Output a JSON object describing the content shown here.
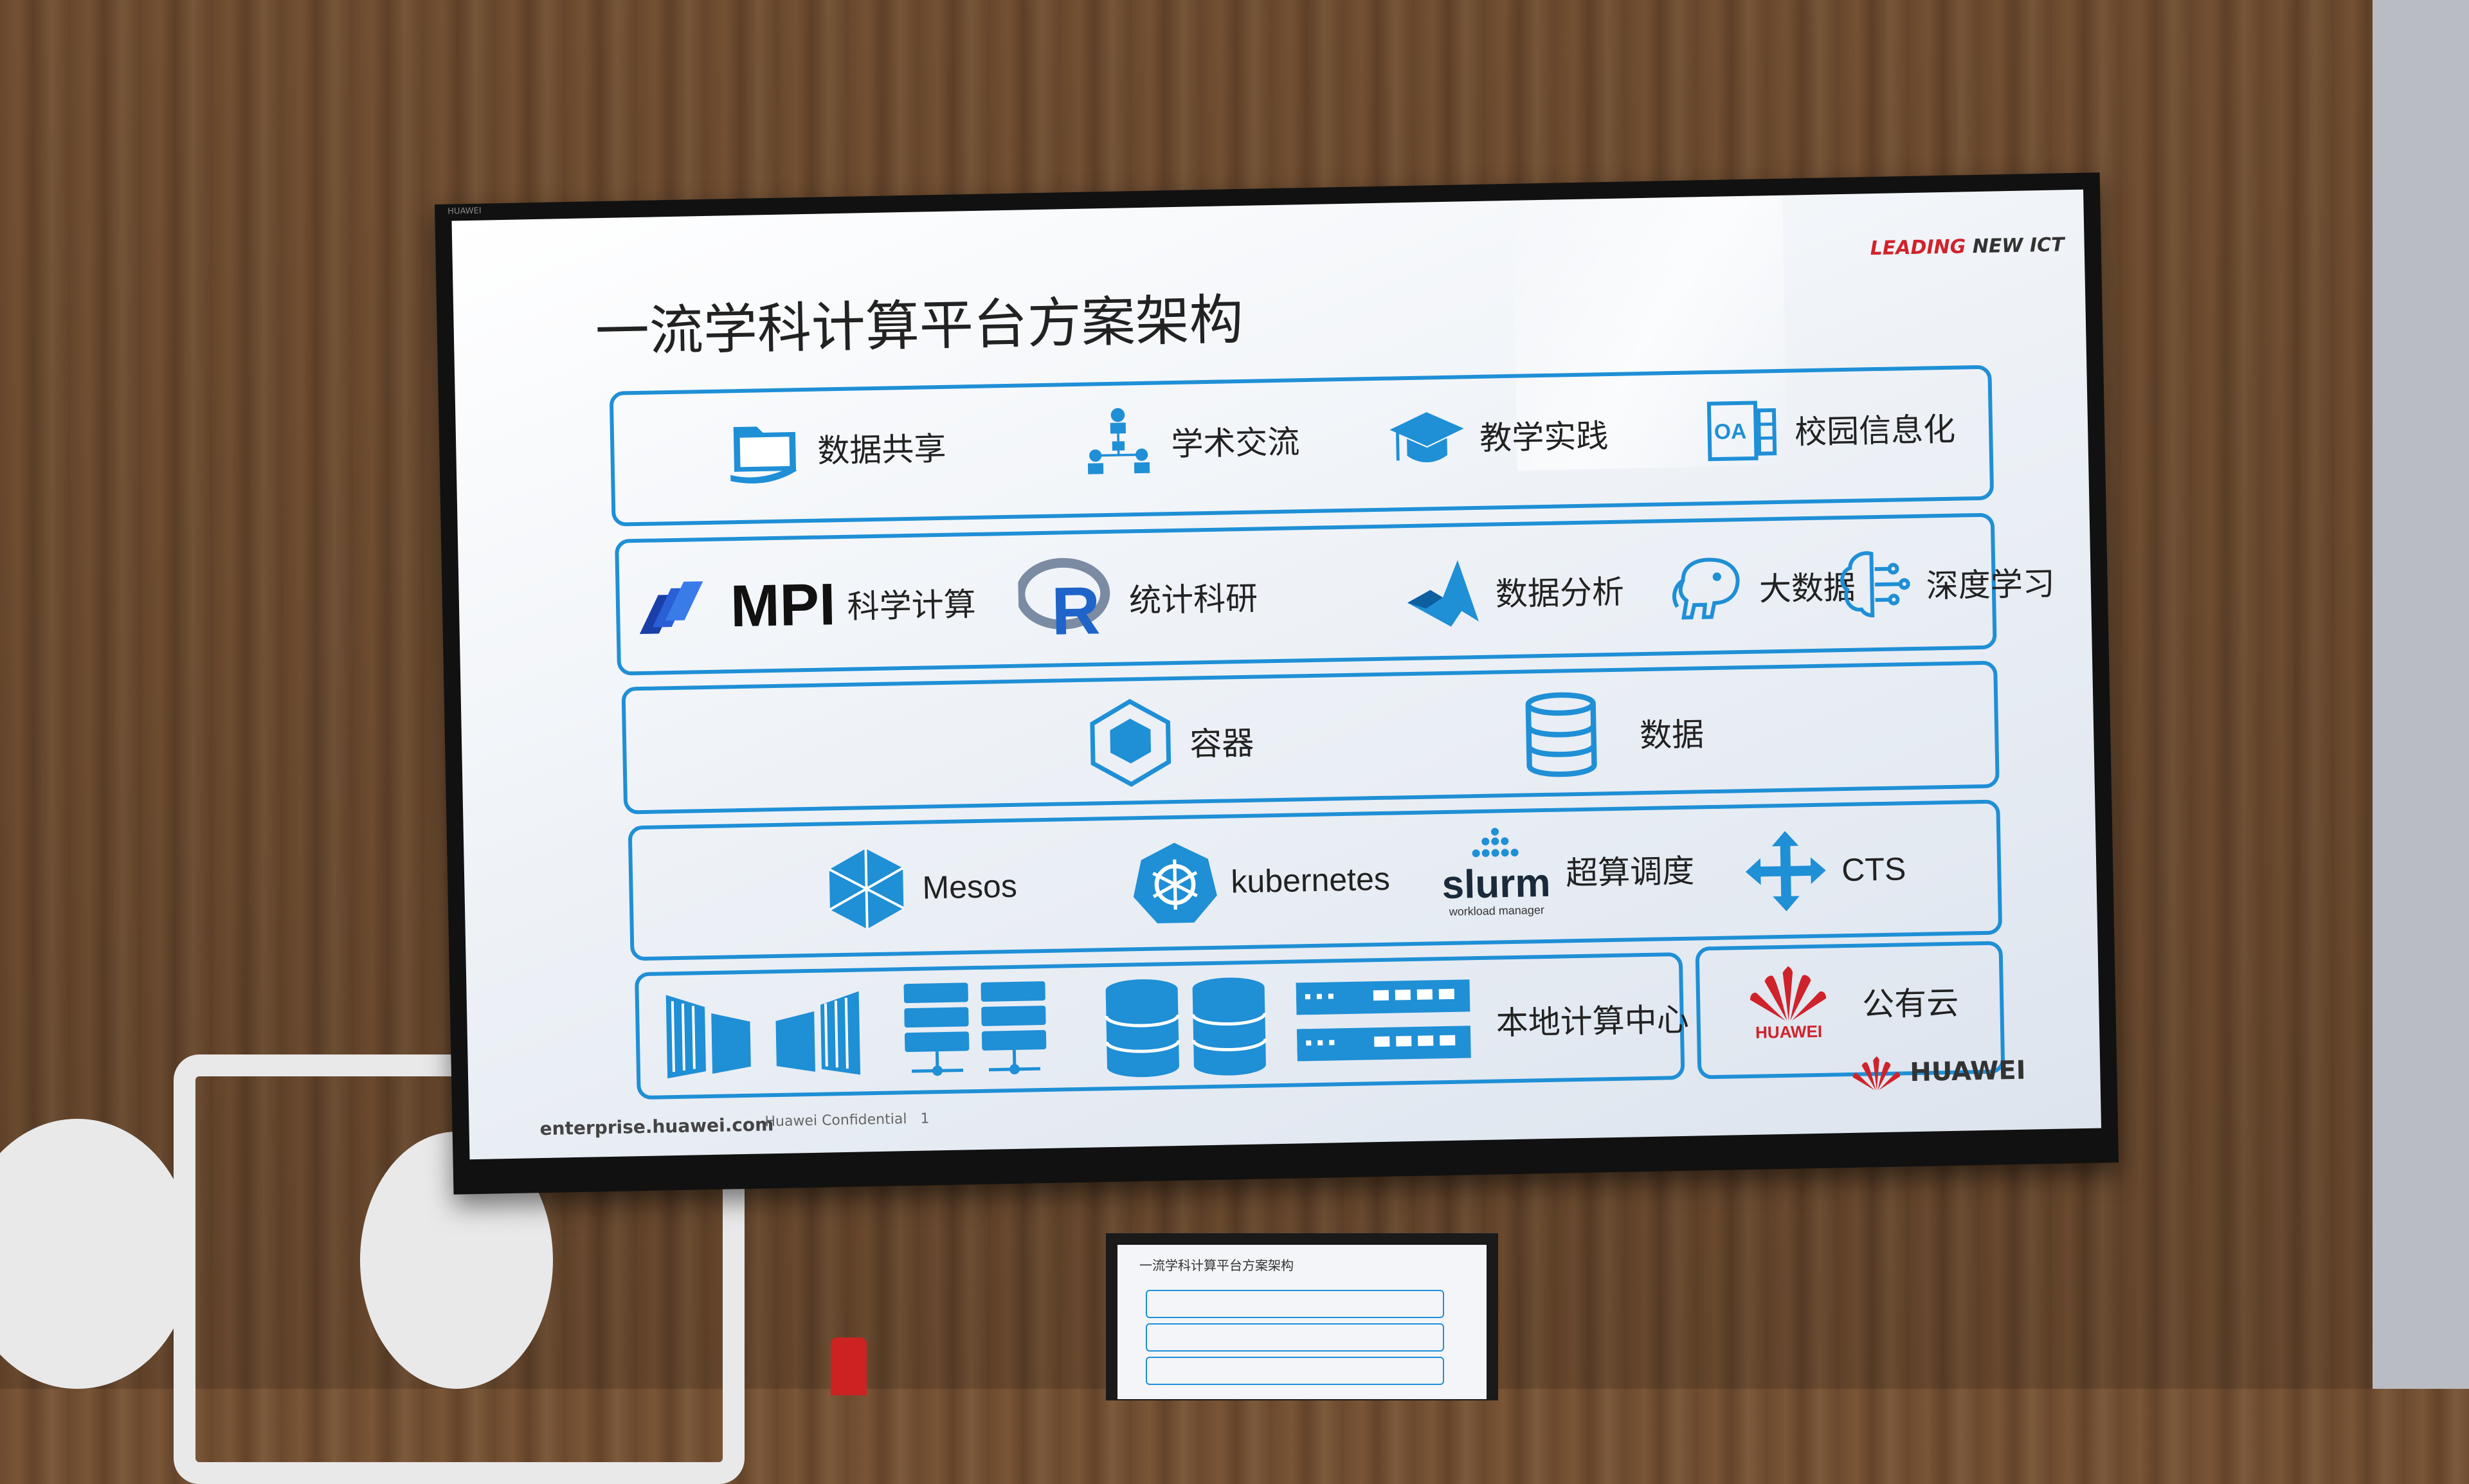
{
  "slide": {
    "title": "一流学科计算平台方案架构",
    "tagline_a": "LEADING",
    "tagline_b": "NEW ICT",
    "footer_url": "enterprise.huawei.com",
    "footer_confidential": "Huawei Confidential",
    "footer_page": "1",
    "brand": "HUAWEI"
  },
  "layers": {
    "applications": [
      "数据共享",
      "学术交流",
      "教学实践",
      "校园信息化"
    ],
    "frameworks": {
      "mpi_logo": "MPI",
      "mpi_label": "科学计算",
      "r_logo": "R",
      "r_label": "统计科研",
      "analysis_label": "数据分析",
      "bigdata_label": "大数据",
      "dl_label": "深度学习"
    },
    "platform": [
      "容器",
      "数据"
    ],
    "scheduling": {
      "mesos": "Mesos",
      "kubernetes": "kubernetes",
      "slurm_logo": "slurm",
      "slurm_sub": "workload manager",
      "slurm_label": "超算调度",
      "cts": "CTS"
    },
    "infrastructure": {
      "local_label": "本地计算中心",
      "cloud_brand": "HUAWEI",
      "cloud_label": "公有云"
    },
    "oa_badge": "OA"
  },
  "colors": {
    "accent": "#1f8fd6",
    "huawei_red": "#d0222b"
  }
}
